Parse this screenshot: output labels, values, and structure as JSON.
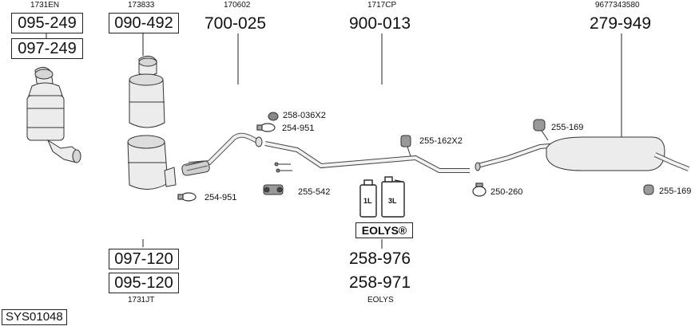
{
  "header": {
    "col1_code": "1731EN",
    "col2_code": "173833",
    "col3_code": "170602",
    "col4_code": "1717CP",
    "col5_code": "9677343580"
  },
  "parts": {
    "p1a": "095-249",
    "p1b": "097-249",
    "p2a": "090-492",
    "p3": "700-025",
    "p4": "900-013",
    "p5": "279-949",
    "p6a": "097-120",
    "p6b": "095-120",
    "p7a": "258-976",
    "p7b": "258-971"
  },
  "footer": {
    "col2_code": "1731JT",
    "col4_code": "EOLYS",
    "system_id": "SYS01048"
  },
  "labels": {
    "l_258_036": "258-036X2",
    "l_254_951_top": "254-951",
    "l_254_951_bottom": "254-951",
    "l_255_542": "255-542",
    "l_255_162": "255-162X2",
    "l_250_260": "250-260",
    "l_255_169_top": "255-169",
    "l_255_169_right": "255-169",
    "eolys_brand": "EOLYS®",
    "can_small": "1L",
    "can_large": "3L"
  }
}
